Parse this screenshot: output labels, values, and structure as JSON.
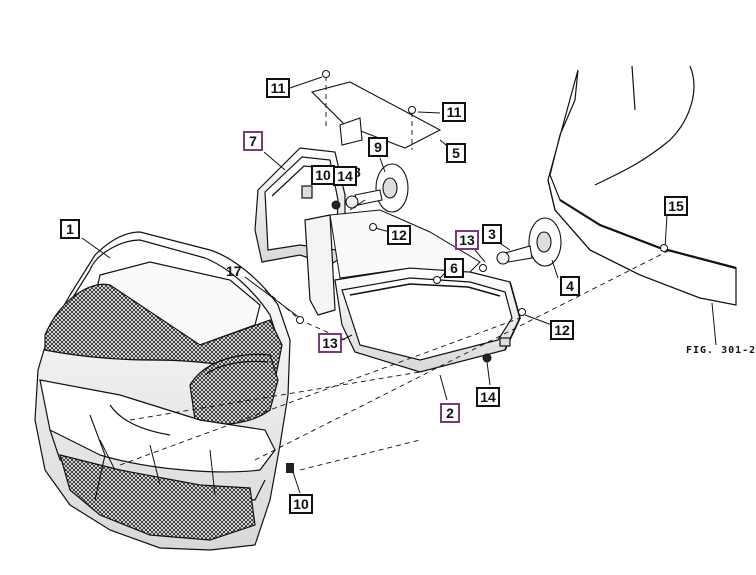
{
  "labels": [
    {
      "id": "1",
      "text": "1"
    },
    {
      "id": "2",
      "text": "2"
    },
    {
      "id": "3",
      "text": "3"
    },
    {
      "id": "4",
      "text": "4"
    },
    {
      "id": "5",
      "text": "5"
    },
    {
      "id": "6",
      "text": "6"
    },
    {
      "id": "7",
      "text": "7"
    },
    {
      "id": "8",
      "text": "8"
    },
    {
      "id": "9",
      "text": "9"
    },
    {
      "id": "10a",
      "text": "10"
    },
    {
      "id": "10b",
      "text": "10"
    },
    {
      "id": "11a",
      "text": "11"
    },
    {
      "id": "11b",
      "text": "11"
    },
    {
      "id": "12a",
      "text": "12"
    },
    {
      "id": "12b",
      "text": "12"
    },
    {
      "id": "13a",
      "text": "13"
    },
    {
      "id": "13b",
      "text": "13"
    },
    {
      "id": "14a",
      "text": "14"
    },
    {
      "id": "14b",
      "text": "14"
    },
    {
      "id": "15",
      "text": "15"
    },
    {
      "id": "17",
      "text": "17"
    }
  ],
  "figure_ref": "FIG. 301-2",
  "colors": {
    "line": "#111111",
    "highlight_box": "#7a3a7a",
    "mesh": "#2a2a2a",
    "panel": "#f2f2f2"
  }
}
